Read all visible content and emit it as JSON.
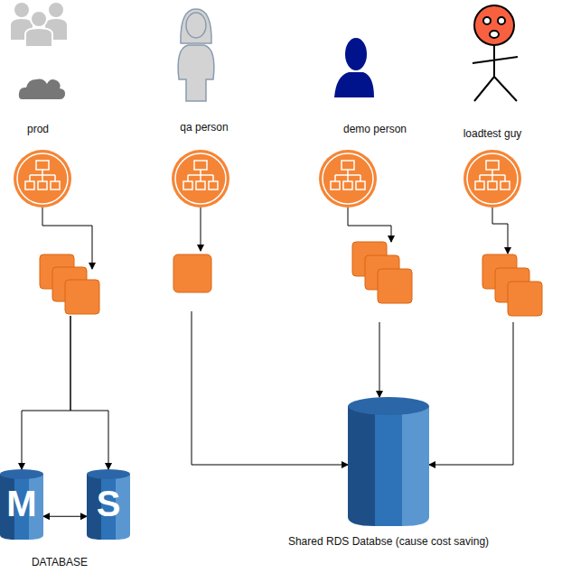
{
  "diagram": {
    "nodes": [
      {
        "text": [
          "prod"
        ]
      },
      {
        "text": [
          "qa person"
        ]
      },
      {
        "text": [
          "demo person"
        ]
      },
      {
        "text": [
          "loadtest guy"
        ]
      },
      {
        "text": [
          "M"
        ]
      },
      {
        "text": [
          "S"
        ]
      },
      {
        "text": [
          "Shared RDS Databse (cause cost saving)"
        ]
      }
    ],
    "edges": [
      {
        "from": 0,
        "to": 4,
        "arrow": "to"
      },
      {
        "from": 0,
        "to": 5,
        "arrow": "to"
      },
      {
        "from": 4,
        "to": 5,
        "arrow": "both"
      },
      {
        "from": 1,
        "to": 6,
        "arrow": "to"
      },
      {
        "from": 2,
        "to": 6,
        "arrow": "to"
      },
      {
        "from": 3,
        "to": 6,
        "arrow": "to"
      }
    ],
    "labels": [
      "DATABASE"
    ]
  }
}
